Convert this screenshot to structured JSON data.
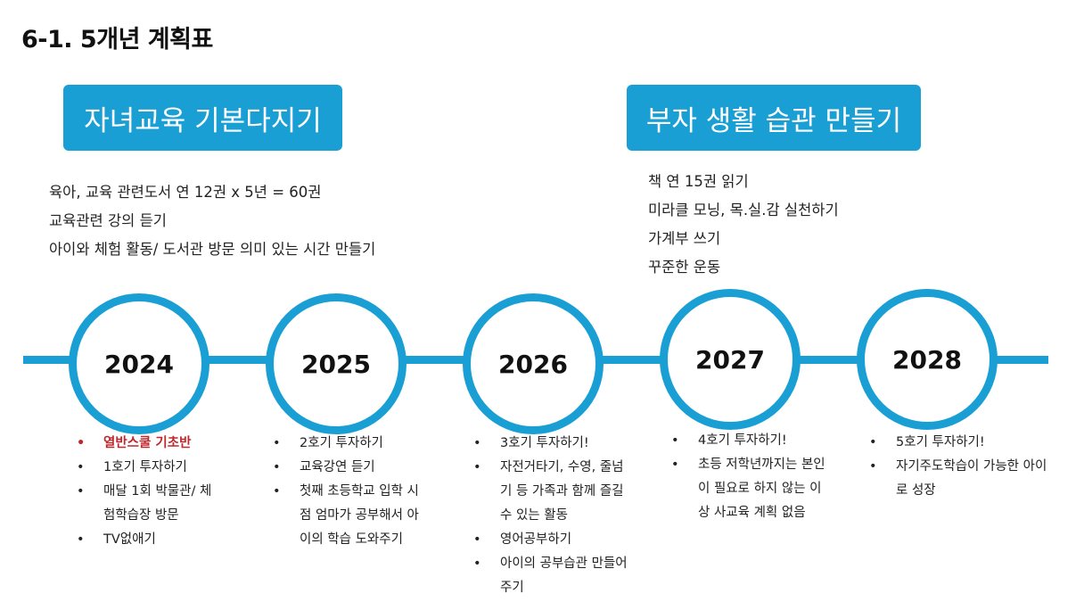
{
  "title": "6-1. 5개년 계획표",
  "banners": {
    "left": "자녀교육 기본다지기",
    "right": "부자 생활 습관 만들기"
  },
  "goals_left": [
    "육아, 교육 관련도서 연 12권 x 5년 = 60권",
    "교육관련 강의 듣기",
    "아이와 체험 활동/ 도서관 방문 의미 있는 시간 만들기"
  ],
  "goals_right": [
    "책 연 15권 읽기",
    "미라클 모닝, 목.실.감 실천하기",
    "가계부 쓰기",
    "꾸준한 운동"
  ],
  "colors": {
    "accent": "#1a9fd4",
    "highlight": "#c0282d"
  },
  "years": [
    {
      "year": "2024",
      "items": [
        "열반스쿨 기초반",
        "1호기 투자하기",
        "매달 1회 박물관/ 체험학습장 방문",
        "TV없애기"
      ]
    },
    {
      "year": "2025",
      "items": [
        "2호기 투자하기",
        "교육강연 듣기",
        "첫째 초등학교 입학 시점 엄마가 공부해서 아이의 학습 도와주기"
      ]
    },
    {
      "year": "2026",
      "items": [
        "3호기 투자하기!",
        "자전거타기, 수영, 줄넘기 등 가족과 함께 즐길 수 있는 활동",
        "영어공부하기",
        "아이의 공부습관 만들어주기"
      ]
    },
    {
      "year": "2027",
      "items": [
        "4호기 투자하기!",
        "초등 저학년까지는 본인이 필요로 하지 않는 이상 사교육 계획 없음"
      ]
    },
    {
      "year": "2028",
      "items": [
        "5호기 투자하기!",
        "자기주도학습이 가능한 아이로 성장"
      ]
    }
  ]
}
